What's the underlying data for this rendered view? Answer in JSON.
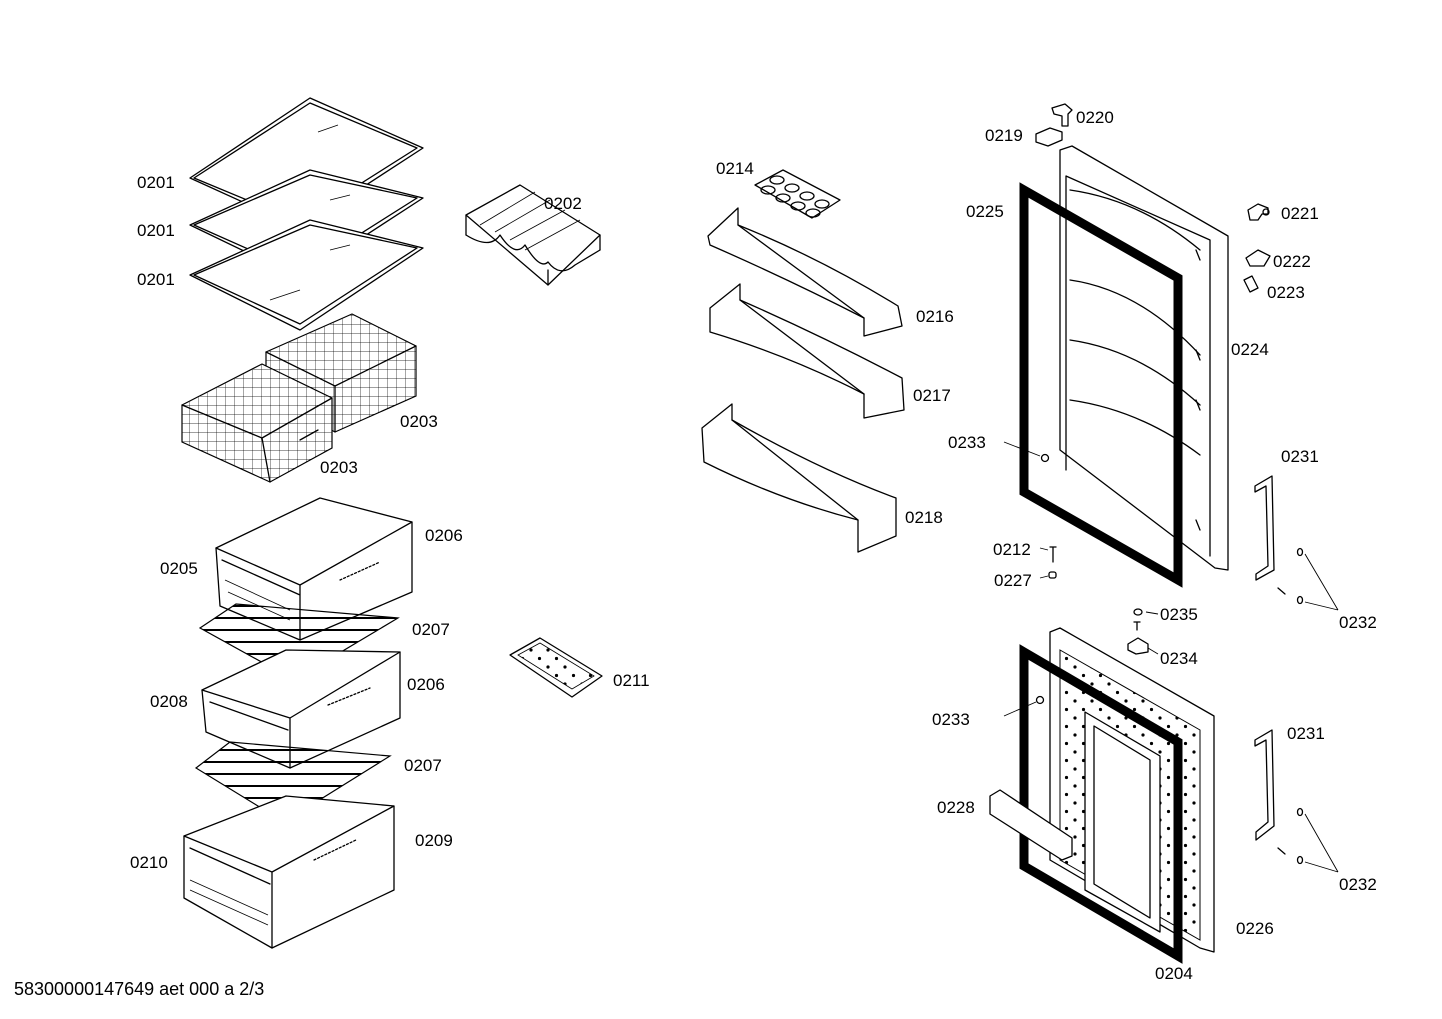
{
  "document": {
    "code": "58300000147649 aet 000 a 2/3"
  },
  "labels": {
    "p0201a": "0201",
    "p0201b": "0201",
    "p0201c": "0201",
    "p0202": "0202",
    "p0203a": "0203",
    "p0203b": "0203",
    "p0204": "0204",
    "p0205": "0205",
    "p0206a": "0206",
    "p0206b": "0206",
    "p0207a": "0207",
    "p0207b": "0207",
    "p0208": "0208",
    "p0209": "0209",
    "p0210": "0210",
    "p0211": "0211",
    "p0212": "0212",
    "p0214": "0214",
    "p0216": "0216",
    "p0217": "0217",
    "p0218": "0218",
    "p0219": "0219",
    "p0220": "0220",
    "p0221": "0221",
    "p0222": "0222",
    "p0223": "0223",
    "p0224": "0224",
    "p0225": "0225",
    "p0226": "0226",
    "p0227": "0227",
    "p0228": "0228",
    "p0231a": "0231",
    "p0231b": "0231",
    "p0232a": "0232",
    "p0232b": "0232",
    "p0233a": "0233",
    "p0233b": "0233",
    "p0234": "0234",
    "p0235": "0235"
  }
}
